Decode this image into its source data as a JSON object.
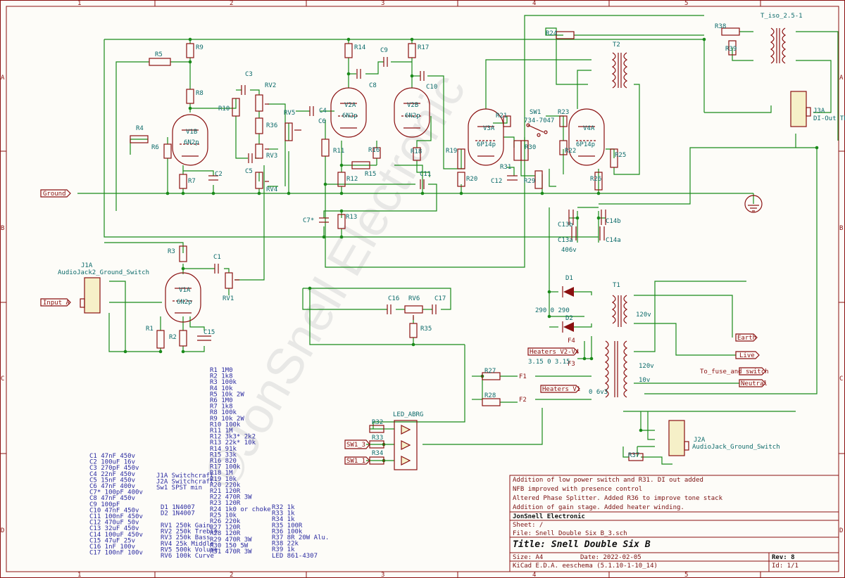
{
  "frame": {
    "columns": [
      "1",
      "2",
      "3",
      "4",
      "5"
    ],
    "rows": [
      "A",
      "B",
      "C",
      "D"
    ]
  },
  "title_block": {
    "revisions": [
      "Addition of low power switch and R31. DI out added",
      "NFB improved with presence control",
      "Altered Phase Splitter. Added R36 to improve tone stack",
      "Addition of gain stage. Added heater winding."
    ],
    "company": "JonSnell Electronic",
    "sheet": "Sheet: /",
    "file": "File: Snell Double Six B_3.sch",
    "title": "Title: Snell Double Six B",
    "size": "Size: A4",
    "date": "Date: 2022-02-05",
    "rev": "Rev: 8",
    "tool": "KiCad E.D.A.  eeschema (5.1.10-1-10_14)",
    "id": "Id: 1/1"
  },
  "parts_list": {
    "resistors_a": [
      "R1 1M0",
      "R2 1k8",
      "R3 100k",
      "R4 10k",
      "R5 10k 2W",
      "R6 1M0",
      "R7 1k8",
      "R8 100k",
      "R9 10k 2W",
      "R10 100k",
      "R11 1M",
      "R12 3k3* 2k2",
      "R13 22k* 10k",
      "R14 91k",
      "R15 33k",
      "R16 820",
      "R17 100k",
      "R18 1M",
      "R19 10k",
      "R20 220k",
      "R21 120R",
      "R22 470R 3W",
      "R23 120R",
      "R24 1k0 or choke",
      "R25 10k",
      "R26 220k",
      "R27 120R",
      "R28 120R",
      "R29 470R 3W",
      "R30 150 5W",
      "R31 470R 3W"
    ],
    "resistors_b": [
      "R32 1k",
      "R33 1k",
      "R34 1k",
      "R35 100R",
      "R36 100k",
      "R37 8R 20W Alu.",
      "R38 22k",
      "R39 1k",
      "LED 861-4307"
    ],
    "capacitors": [
      "C1 47nF 450v",
      "C2 100uF 16v",
      "C3  270pF 450v",
      "C4 22nF 450v",
      "C5 15nF 450v",
      "C6 47nF 400v",
      "C7* 100pF 400v",
      "C8 47nF 450v",
      "C9 100pF",
      "C10 47nF 450v",
      "C11 100nF 450v",
      "C12 470uF 50v",
      "C13 32uF 450v",
      "C14 100uF 450v",
      "C15 47uF 25v",
      "C16 1nF 100v",
      "C17 100nF 100v"
    ],
    "jacks": [
      "J1A Switchcraft",
      "J2A Switchcraft",
      "Sw1 SPST min"
    ],
    "diodes": [
      "D1 1N4007",
      "D2 1N4007"
    ],
    "pots": [
      "RV1 250k Gain",
      "RV2 250k Treble",
      "RV3 250k Bass",
      "RV4 25k Middle",
      "RV5 500k Volume",
      "RV6 100k Curve"
    ]
  },
  "labels": {
    "ground": "Ground",
    "input": "Input_A",
    "earth": "Earth",
    "live": "Live",
    "fuse": "To_fuse_and_switch",
    "neutral": "Neutral",
    "heaters_v2v4": "Heaters_V2-V4",
    "heaters_v1": "Heaters_V1",
    "sw1_3": "SW1_3",
    "sw1_1": "SW1_1",
    "f1": "F1",
    "f2": "F2",
    "f3": "F3",
    "f4": "F4"
  },
  "components": {
    "j1a_ref": "J1A",
    "j1a_val": "AudioJack2_Ground_Switch",
    "j2a_ref": "J2A",
    "j2a_val": "AudioJack_Ground_Switch",
    "j3a_ref": "J3A",
    "j3a_val": "DI-Out TRS",
    "t_iso": "T_iso_2.5-1",
    "t1": "T1",
    "t2": "T2",
    "v1a": "V1A",
    "v1b": "V1B",
    "v2a": "V2A",
    "v2b": "V2B",
    "v3a": "V3A",
    "v4a": "V4A",
    "tube_6n2p": "6N2p",
    "tube_6p14p": "6P14p",
    "sw1": "SW1",
    "sw1_val": "734-7047",
    "led": "LED_ABRG",
    "d1": "D1",
    "d2": "D2",
    "volts_290": "290  0  290",
    "volts_315": "3.15  0  3.15",
    "volts_6v3": "0  6v3",
    "v120a": "120v",
    "v120b": "120v",
    "v10": "10v",
    "v406": "406v",
    "c13a": "C13a",
    "c13b": "C13b",
    "c14a": "C14a",
    "c14b": "C14b"
  },
  "refs": [
    "R1",
    "R2",
    "R3",
    "R4",
    "R5",
    "R6",
    "R7",
    "R8",
    "R9",
    "R10",
    "R11",
    "R12",
    "R13",
    "R14",
    "R15",
    "R16",
    "R17",
    "R18",
    "R19",
    "R20",
    "R21",
    "R22",
    "R23",
    "R24",
    "R25",
    "R26",
    "R27",
    "R28",
    "R29",
    "R30",
    "R31",
    "R32",
    "R33",
    "R34",
    "R35",
    "R36",
    "R37",
    "R38",
    "R39",
    "C1",
    "C2",
    "C3",
    "C4",
    "C5",
    "C6",
    "C7*",
    "C8",
    "C9",
    "C10",
    "C11",
    "C12",
    "C15",
    "C16",
    "C17",
    "RV1",
    "RV2",
    "RV3",
    "RV4",
    "RV5",
    "RV6"
  ],
  "watermark": "©JonSnell Electronic"
}
